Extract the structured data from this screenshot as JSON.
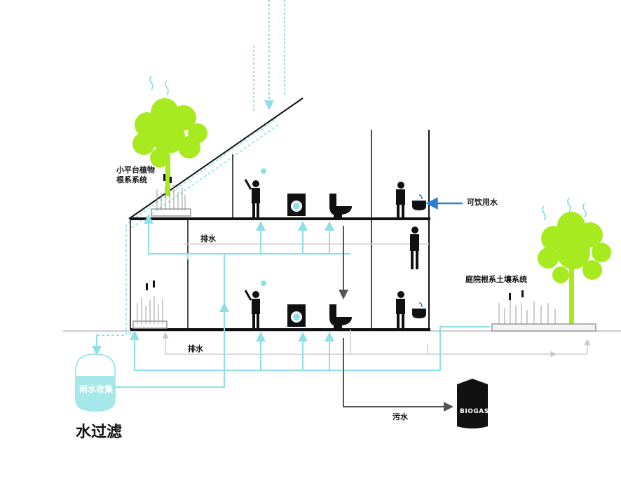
{
  "labels": {
    "roof_plants": "小平台植物\n根系系统",
    "potable_water": "可饮用水",
    "drain_upper": "排水",
    "drain_lower": "排水",
    "courtyard_soil": "庭院根系土壤系统",
    "rain_tank": "雨水收集",
    "water_filter": "水过滤",
    "sewage": "污水",
    "biogas": "BIOGAS"
  },
  "colors": {
    "water": "#8fe0e6",
    "potable_arrow": "#2a7fd4",
    "tank_fill": "#a6e8ea",
    "tree": "#a7ea1f",
    "structure": "#111111",
    "sewage": "#555555"
  }
}
